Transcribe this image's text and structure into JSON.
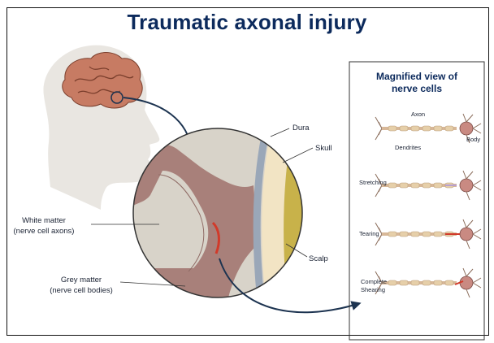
{
  "title": "Traumatic axonal injury",
  "panel": {
    "title_line1": "Magnified view of",
    "title_line2": "nerve cells",
    "neuron_parts": {
      "axon": "Axon",
      "body": "Body",
      "dendrites": "Dendrites"
    },
    "rows": [
      {
        "label": "",
        "label2": ""
      },
      {
        "label": "Stretching",
        "label2": ""
      },
      {
        "label": "Tearing",
        "label2": ""
      },
      {
        "label": "Complete",
        "label2": "Shearing"
      }
    ]
  },
  "circle_labels": {
    "dura": "Dura",
    "skull": "Skull",
    "scalp": "Scalp",
    "white_matter_1": "White matter",
    "white_matter_2": "(nerve cell axons)",
    "grey_matter_1": "Grey matter",
    "grey_matter_2": "(nerve cell bodies)"
  },
  "colors": {
    "title": "#0c2a5c",
    "brain": "#c77b63",
    "grey_matter": "#a8807a",
    "white_matter": "#d8d3c9",
    "skull": "#f2e4c4",
    "scalp": "#c8b24a",
    "dura": "#9aa7b8",
    "injury": "#d13a2a",
    "arrow": "#1c3350"
  }
}
